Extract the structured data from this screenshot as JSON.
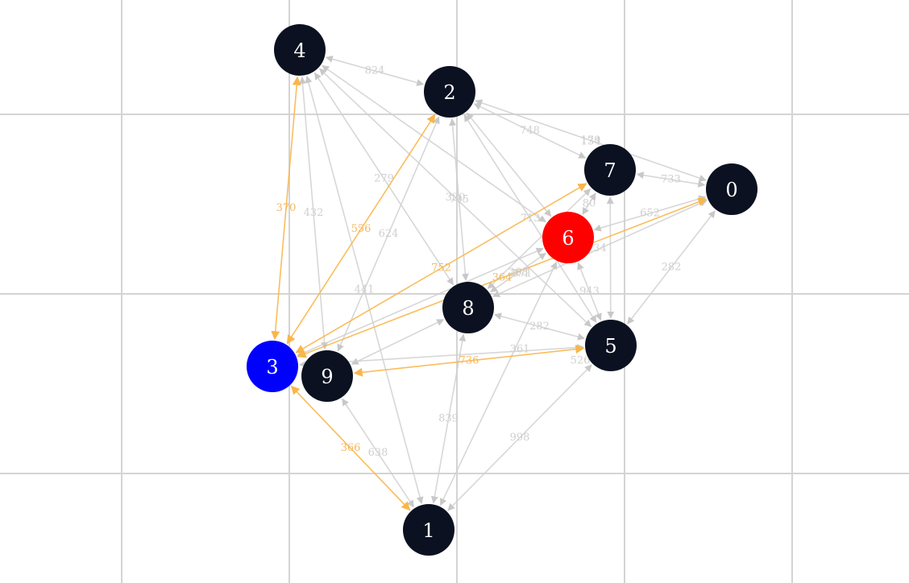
{
  "colors": {
    "background": "#ffffff",
    "grid": "#d4d4d4",
    "node_default": "#0b1120",
    "node_source": "#0000ff",
    "node_target": "#ff0000",
    "node_text": "#ffffff",
    "edge_default": "#d0d0d0",
    "edge_highlight": "#f9b64a",
    "weight_default": "#cfcfcf",
    "weight_highlight": "#f4b860"
  },
  "graph": {
    "directed": true,
    "nodes": [
      {
        "id": "0",
        "label": "0",
        "role": "default"
      },
      {
        "id": "1",
        "label": "1",
        "role": "default"
      },
      {
        "id": "2",
        "label": "2",
        "role": "default"
      },
      {
        "id": "3",
        "label": "3",
        "role": "source"
      },
      {
        "id": "4",
        "label": "4",
        "role": "default"
      },
      {
        "id": "5",
        "label": "5",
        "role": "default"
      },
      {
        "id": "6",
        "label": "6",
        "role": "target"
      },
      {
        "id": "7",
        "label": "7",
        "role": "default"
      },
      {
        "id": "8",
        "label": "8",
        "role": "default"
      },
      {
        "id": "9",
        "label": "9",
        "role": "default"
      }
    ],
    "edges": [
      {
        "from": "4",
        "to": "2",
        "weight": "824",
        "highlight": false,
        "bidirectional": true
      },
      {
        "from": "4",
        "to": "3",
        "weight": "370",
        "highlight": true,
        "bidirectional": true
      },
      {
        "from": "4",
        "to": "9",
        "weight": "432",
        "highlight": false,
        "bidirectional": true
      },
      {
        "from": "4",
        "to": "8",
        "weight": "279",
        "highlight": false,
        "bidirectional": true
      },
      {
        "from": "4",
        "to": "5",
        "weight": "320",
        "highlight": false,
        "bidirectional": true
      },
      {
        "from": "4",
        "to": "1",
        "weight": "441",
        "highlight": false,
        "bidirectional": true
      },
      {
        "from": "4",
        "to": "6",
        "weight": "",
        "highlight": false,
        "bidirectional": true
      },
      {
        "from": "2",
        "to": "3",
        "weight": "556",
        "highlight": true,
        "bidirectional": true
      },
      {
        "from": "2",
        "to": "9",
        "weight": "624",
        "highlight": false,
        "bidirectional": true
      },
      {
        "from": "2",
        "to": "7",
        "weight": "748",
        "highlight": false,
        "bidirectional": true
      },
      {
        "from": "2",
        "to": "0",
        "weight": "179",
        "highlight": false,
        "bidirectional": true
      },
      {
        "from": "2",
        "to": "5",
        "weight": "713",
        "highlight": false,
        "bidirectional": true
      },
      {
        "from": "7",
        "to": "0",
        "weight": "733",
        "highlight": false,
        "bidirectional": true
      },
      {
        "from": "7",
        "to": "3",
        "weight": "752",
        "highlight": true,
        "bidirectional": true
      },
      {
        "from": "7",
        "to": "8",
        "weight": "",
        "highlight": false,
        "bidirectional": true
      },
      {
        "from": "0",
        "to": "6",
        "weight": "652",
        "highlight": false,
        "bidirectional": true
      },
      {
        "from": "0",
        "to": "3",
        "weight": "364",
        "highlight": true,
        "bidirectional": true
      },
      {
        "from": "0",
        "to": "5",
        "weight": "282",
        "highlight": false,
        "bidirectional": true
      },
      {
        "from": "0",
        "to": "8",
        "weight": "34",
        "highlight": false,
        "bidirectional": true
      },
      {
        "from": "6",
        "to": "8",
        "weight": "268",
        "highlight": false,
        "bidirectional": true
      },
      {
        "from": "6",
        "to": "5",
        "weight": "943",
        "highlight": false,
        "bidirectional": true
      },
      {
        "from": "6",
        "to": "1",
        "weight": "",
        "highlight": false,
        "bidirectional": true
      },
      {
        "from": "6",
        "to": "7",
        "weight": "80",
        "highlight": false,
        "bidirectional": true
      },
      {
        "from": "8",
        "to": "5",
        "weight": "282",
        "highlight": false,
        "bidirectional": true
      },
      {
        "from": "8",
        "to": "9",
        "weight": "",
        "highlight": false,
        "bidirectional": true
      },
      {
        "from": "8",
        "to": "1",
        "weight": "839",
        "highlight": false,
        "bidirectional": true
      },
      {
        "from": "9",
        "to": "5",
        "weight": "736",
        "highlight": true,
        "bidirectional": true
      },
      {
        "from": "9",
        "to": "1",
        "weight": "638",
        "highlight": false,
        "bidirectional": true
      },
      {
        "from": "3",
        "to": "1",
        "weight": "366",
        "highlight": true,
        "bidirectional": true
      },
      {
        "from": "1",
        "to": "5",
        "weight": "998",
        "highlight": false,
        "bidirectional": true
      },
      {
        "from": "8",
        "to": "2",
        "weight": "795",
        "highlight": false,
        "bidirectional": true
      },
      {
        "from": "6",
        "to": "2",
        "weight": "",
        "highlight": false,
        "bidirectional": true
      },
      {
        "from": "3",
        "to": "5",
        "weight": "",
        "highlight": false,
        "bidirectional": true
      },
      {
        "from": "7",
        "to": "5",
        "weight": "",
        "highlight": false,
        "bidirectional": true
      },
      {
        "from": "3",
        "to": "6",
        "weight": "",
        "highlight": false,
        "bidirectional": true
      }
    ],
    "extra_weight_labels": [
      "134",
      "361",
      "526",
      "371",
      "371"
    ]
  }
}
